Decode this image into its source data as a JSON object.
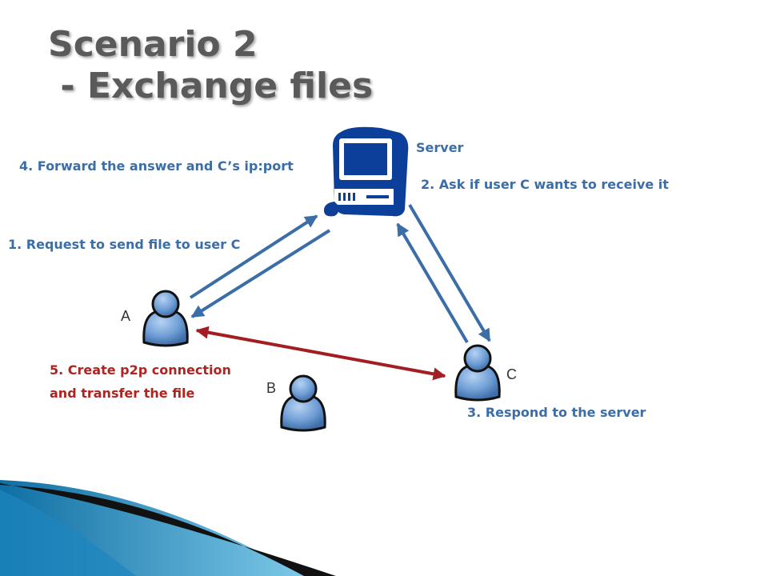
{
  "title": {
    "line1": "Scenario 2",
    "line2": " - Exchange files"
  },
  "nodes": {
    "server": "Server",
    "a": "A",
    "b": "B",
    "c": "C"
  },
  "steps": {
    "s1": "1. Request to send file to user C",
    "s2": "2. Ask if user C wants to receive it",
    "s3": "3. Respond to the server",
    "s4": "4. Forward the answer and C’s ip:port",
    "s5_line1": "5. Create p2p connection",
    "s5_line2": "and transfer the file"
  },
  "colors": {
    "arrow_blue": "#3b6ea8",
    "arrow_red": "#a41d22",
    "user_blue": "#6f9ed6",
    "teal": "#2b93c4"
  },
  "icons": [
    "computer-server-icon",
    "user-icon-a",
    "user-icon-b",
    "user-icon-c"
  ]
}
